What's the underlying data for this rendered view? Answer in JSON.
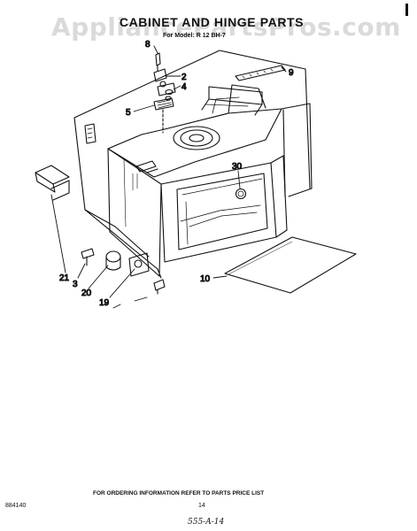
{
  "watermark": "AppliancePartsPros.com",
  "title": "CABINET AND HINGE PARTS",
  "subtitle": "For Model: R 12 BH-7",
  "callouts": {
    "c8": "8",
    "c2": "2",
    "c4": "4",
    "c5": "5",
    "c9": "9",
    "c30": "30",
    "c21": "21",
    "c3": "3",
    "c20": "20",
    "c19": "19",
    "c10": "10"
  },
  "footer": {
    "ordering_info": "FOR ORDERING INFORMATION REFER TO PARTS PRICE LIST",
    "doc_number": "884140",
    "page_number": "14",
    "handwritten_code": "555-A-14"
  },
  "colors": {
    "ink": "#111111",
    "watermark": "#969696",
    "paper": "#ffffff"
  }
}
